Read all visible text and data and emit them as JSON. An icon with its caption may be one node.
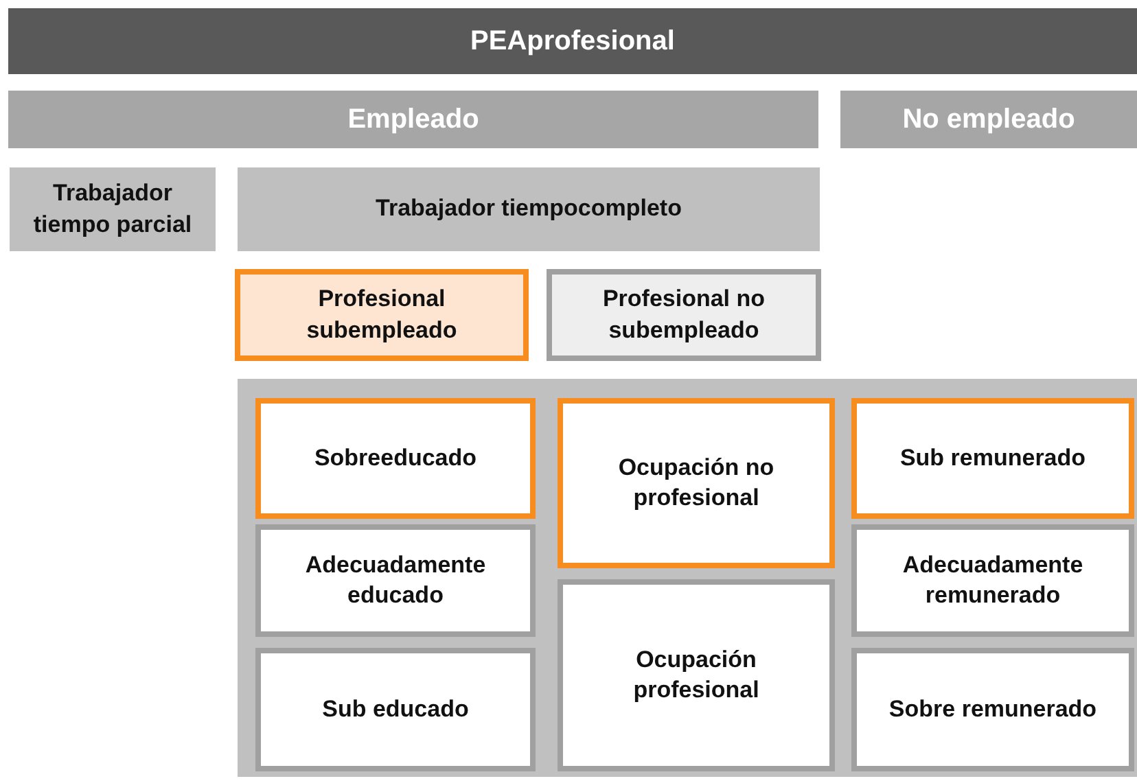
{
  "diagram": {
    "nodes": [
      {
        "text": [
          "PEAprofesional"
        ]
      },
      {
        "text": [
          "Empleado"
        ]
      },
      {
        "text": [
          "No empleado"
        ]
      },
      {
        "text": [
          "Trabajador tiempo parcial"
        ]
      },
      {
        "text": [
          "Trabajador tiempocompleto"
        ]
      },
      {
        "text": [
          "Profesional subempleado"
        ]
      },
      {
        "text": [
          "Profesional no subempleado"
        ]
      },
      {
        "text": [],
        "shape": "box"
      },
      {
        "text": [
          "Sobreeducado"
        ],
        "in": 7
      },
      {
        "text": [
          "Ocupación no profesional"
        ],
        "in": 7
      },
      {
        "text": [
          "Sub remunerado"
        ],
        "in": 7
      },
      {
        "text": [
          "Adecuadamente educado"
        ],
        "in": 7
      },
      {
        "text": [
          "Adecuadamente remunerado"
        ],
        "in": 7
      },
      {
        "text": [
          "Ocupación profesional"
        ],
        "in": 7
      },
      {
        "text": [
          "Sub educado"
        ],
        "in": 7
      },
      {
        "text": [
          "Sobre remunerado"
        ],
        "in": 7
      }
    ]
  }
}
